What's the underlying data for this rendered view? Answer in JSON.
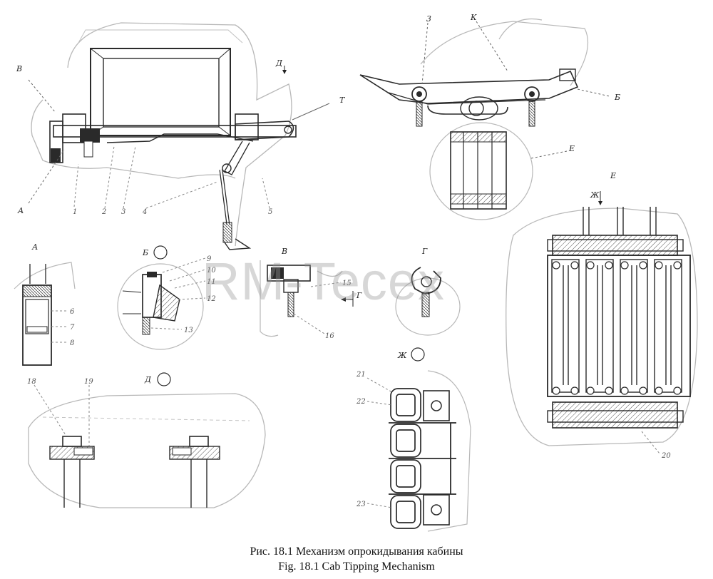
{
  "caption": {
    "ru": "Рис. 18.1  Механизм опрокидывания кабины",
    "en": "Fig. 18.1  Cab Tipping Mechanism"
  },
  "watermark": "RM-Tecex",
  "views": {
    "main": {
      "labels": [
        "В",
        "Д",
        "Т",
        "А"
      ],
      "numbers": [
        "1",
        "2",
        "3",
        "4",
        "5"
      ]
    },
    "view_e_top": {
      "labels": [
        "3",
        "К",
        "Б",
        "Е"
      ]
    },
    "detail_a": {
      "title": "А",
      "numbers": [
        "6",
        "7",
        "8"
      ]
    },
    "detail_b": {
      "title": "Б",
      "numbers": [
        "9",
        "10",
        "11",
        "12",
        "13"
      ]
    },
    "detail_v": {
      "title": "В",
      "side_label": "Г",
      "numbers": [
        "15",
        "16"
      ]
    },
    "detail_g": {
      "title": "Г"
    },
    "detail_d": {
      "title": "Д",
      "numbers": [
        "18",
        "19"
      ]
    },
    "detail_zh": {
      "title": "Ж",
      "numbers": [
        "21",
        "22",
        "23"
      ]
    },
    "detail_e": {
      "title": "Е",
      "arrow_label": "Ж",
      "numbers": [
        "20"
      ]
    }
  },
  "colors": {
    "line": "#2a2a2a",
    "faint": "#b5b5b5",
    "hatch": "#5a5a5a"
  }
}
